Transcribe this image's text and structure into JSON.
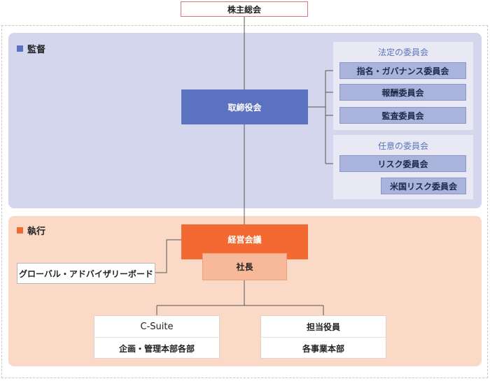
{
  "nodes": {
    "shareholders": "株主総会",
    "board": "取締役会",
    "management_council": "経営会議",
    "president": "社長",
    "global_advisory_board": "グローバル・アドバイザリーボード",
    "csuite_title": "C-Suite",
    "csuite_sub": "企画・管理本部各部",
    "officers_title": "担当役員",
    "officers_sub": "各事業本部"
  },
  "sections": {
    "supervision": {
      "label": "監督",
      "color": "#5a72c0"
    },
    "execution": {
      "label": "執行",
      "color": "#f26a32"
    }
  },
  "groups": {
    "statutory": {
      "title": "法定の委員会",
      "items": [
        "指名・ガバナンス委員会",
        "報酬委員会",
        "監査委員会"
      ]
    },
    "voluntary": {
      "title": "任意の委員会",
      "items": [
        "リスク委員会",
        "米国リスク委員会"
      ]
    }
  },
  "colors": {
    "board": "#5a72c0",
    "management": "#f26a32",
    "president": "#f7b99a",
    "committee": "#a9b3dc",
    "supervision_bg": "#d3d6ec",
    "execution_bg": "#fbd9c7",
    "shareholders_border": "#e0707a"
  }
}
